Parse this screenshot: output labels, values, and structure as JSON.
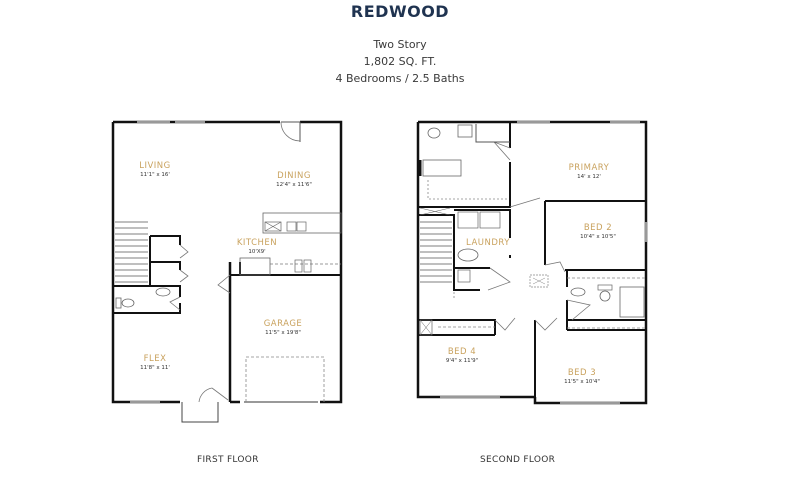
{
  "header": {
    "title": "REDWOOD",
    "stories": "Two Story",
    "sqft": "1,802 SQ. FT.",
    "beds_baths": "4 Bedrooms / 2.5 Baths"
  },
  "colors": {
    "title": "#1f3350",
    "room_label": "#c9a25e",
    "wall": "#111111"
  },
  "first_floor": {
    "label": "FIRST FLOOR",
    "rooms": [
      {
        "name": "LIVING",
        "dims": "11'1\" x 16'"
      },
      {
        "name": "DINING",
        "dims": "12'4\" x 11'6\""
      },
      {
        "name": "KITCHEN",
        "dims": "10'X9'"
      },
      {
        "name": "GARAGE",
        "dims": "11'5\" x 19'8\""
      },
      {
        "name": "FLEX",
        "dims": "11'8\" x 11'"
      }
    ]
  },
  "second_floor": {
    "label": "SECOND FLOOR",
    "rooms": [
      {
        "name": "PRIMARY",
        "dims": "14' x 12'"
      },
      {
        "name": "BED 2",
        "dims": "10'4\" x 10'5\""
      },
      {
        "name": "LAUNDRY",
        "dims": ""
      },
      {
        "name": "BED 4",
        "dims": "9'4\" x 11'9\""
      },
      {
        "name": "BED 3",
        "dims": "11'5\" x 10'4\""
      }
    ]
  }
}
